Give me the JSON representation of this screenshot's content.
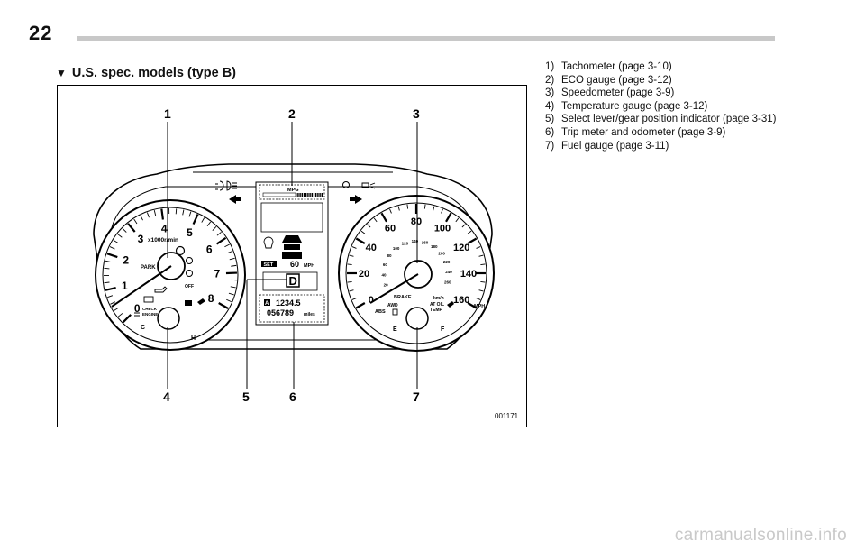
{
  "page": {
    "number": "22"
  },
  "section": {
    "marker": "▼",
    "heading": "U.S. spec. models (type B)"
  },
  "figure": {
    "code": "001171",
    "callouts": [
      "1",
      "2",
      "3",
      "4",
      "5",
      "6",
      "7"
    ],
    "tachometer": {
      "ticks": [
        "0",
        "1",
        "2",
        "3",
        "4",
        "5",
        "6",
        "7",
        "8"
      ],
      "unit": "x1000r/min",
      "park_label": "PARK",
      "check_engine": [
        "CHECK",
        "ENGINE"
      ],
      "off_label": "OFF",
      "temp_c": "C",
      "temp_h": "H"
    },
    "center": {
      "mpg_label": "MPG",
      "set_label": "SET",
      "cruise_speed": "60",
      "cruise_unit": "MPH",
      "gear": "D",
      "trip_label": "A",
      "trip_value": "1234.5",
      "odo_value": "056789",
      "odo_unit": "miles"
    },
    "speedometer": {
      "mph_ticks": [
        "0",
        "20",
        "40",
        "60",
        "80",
        "100",
        "120",
        "140",
        "160"
      ],
      "mph_unit": "MPH",
      "kmh_ticks": [
        "20",
        "40",
        "60",
        "80",
        "100",
        "120",
        "140",
        "160",
        "180",
        "200",
        "220",
        "240",
        "260"
      ],
      "kmh_unit": "km/h",
      "brake_label": "BRAKE",
      "awd_label": "AWD",
      "abs_label": "ABS",
      "at_oil_temp": [
        "AT OIL",
        "TEMP"
      ],
      "fuel_e": "E",
      "fuel_f": "F"
    }
  },
  "captions": [
    {
      "num": "1)",
      "text": "Tachometer (page 3-10)"
    },
    {
      "num": "2)",
      "text": "ECO gauge (page 3-12)"
    },
    {
      "num": "3)",
      "text": "Speedometer (page 3-9)"
    },
    {
      "num": "4)",
      "text": "Temperature gauge (page 3-12)"
    },
    {
      "num": "5)",
      "text": "Select lever/gear position indicator (page 3-31)"
    },
    {
      "num": "6)",
      "text": "Trip meter and odometer (page 3-9)"
    },
    {
      "num": "7)",
      "text": "Fuel gauge (page 3-11)"
    }
  ],
  "watermark": "carmanualsonline.info"
}
